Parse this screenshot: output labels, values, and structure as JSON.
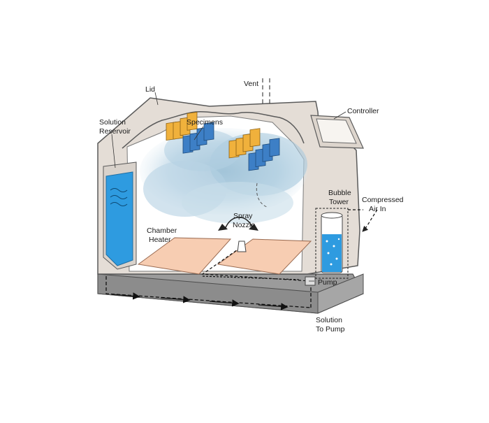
{
  "labels": {
    "lid": "Lid",
    "vent": "Vent",
    "controller": "Controller",
    "solution_reservoir": [
      "Solution",
      "Reservoir"
    ],
    "specimens": "Specimens",
    "bubble_tower": [
      "Bubble",
      "Tower"
    ],
    "compressed_air_in": [
      "Compressed",
      "Air In"
    ],
    "spray_nozzle": [
      "Spray",
      "Nozzle"
    ],
    "chamber_heater": [
      "Chamber",
      "Heater"
    ],
    "pump": "Pump",
    "solution_to_pump": [
      "Solution",
      "To Pump"
    ]
  },
  "colors": {
    "chamber_body": "#e4ddd6",
    "outline": "#5a5a5a",
    "base": "#9b9b9b",
    "heater_plate": "#f7cdb2",
    "solution": "#2e9be0",
    "fog": "#bcd6e6",
    "specimen_blue": "#3d7fc6",
    "specimen_yellow": "#f0b13c"
  }
}
